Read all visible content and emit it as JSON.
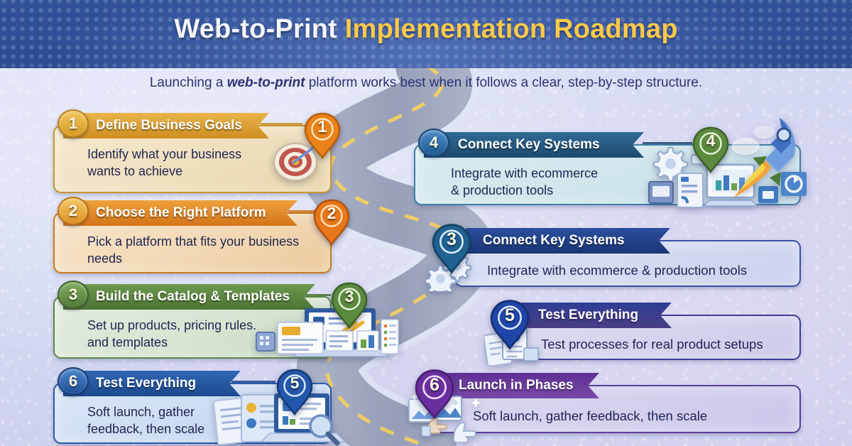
{
  "header": {
    "title_part1": "Web-to-Print",
    "title_part2": "Implementation Roadmap",
    "subtitle_before": "Launching a ",
    "subtitle_emphasis": "web-to-print",
    "subtitle_after": " platform works best when it follows a clear, step-by-step structure."
  },
  "colors": {
    "header_blue": "#2f4f97",
    "title_gold": "#ffc94a",
    "gold": "#e0a02c",
    "orange": "#e07b18",
    "green": "#4d7a35",
    "blue": "#1f4f94",
    "teal_blue": "#1a5f93",
    "indigo": "#2a3f92",
    "purple": "#6a2f9e",
    "road_gray": "#8a93ad",
    "road_dash": "#f5c842"
  },
  "left_column": [
    {
      "badge": "1",
      "title": "Define Business Goals",
      "body_line1": "Identify what your business",
      "body_line2": "wants to achieve",
      "pin_number": "1",
      "pin_color": "orange",
      "icon": "target-dartboard-icon"
    },
    {
      "badge": "2",
      "title": "Choose the Right Platform",
      "body_line1": "Pick a platform that fits your business",
      "body_line2": "needs",
      "pin_number": "2",
      "pin_color": "orange",
      "icon": "none"
    },
    {
      "badge": "3",
      "title": "Build the Catalog & Templates",
      "body_line1": "Set up products, pricing rules.",
      "body_line2": "and templates",
      "pin_number": "3",
      "pin_color": "green",
      "icon": "laptop-catalog-templates-icon"
    },
    {
      "badge": "6",
      "title": "Test Everything",
      "body_line1": "Soft launch, gather",
      "body_line2": "feedback, then scale",
      "pin_number": "5",
      "pin_color": "blue",
      "icon": "documents-magnifier-icon"
    }
  ],
  "right_column": [
    {
      "badge": "4",
      "title": "Connect Key Systems",
      "body_line1": "Integrate with ecommerce",
      "body_line2": "& production tools",
      "pin_number": "4",
      "pin_color": "green",
      "icon": "rocket-gears-devices-icon"
    },
    {
      "badge": "",
      "title": "Connect Key Systems",
      "body_line1": "Integrate with ecommerce & production tools",
      "body_line2": "",
      "pin_number": "3",
      "pin_color": "teal_blue",
      "icon": "gears-icon"
    },
    {
      "badge": "",
      "title": "Test Everything",
      "body_line1": "Test processes for real product setups",
      "body_line2": "",
      "pin_number": "5",
      "pin_color": "blue",
      "icon": "clipboard-check-icon"
    },
    {
      "badge": "",
      "title": "Launch in Phases",
      "body_line1": "Soft launch, gather feedback, then scale",
      "body_line2": "",
      "pin_number": "6",
      "pin_color": "purple",
      "icon": "thumbs-up-photos-icon"
    }
  ]
}
